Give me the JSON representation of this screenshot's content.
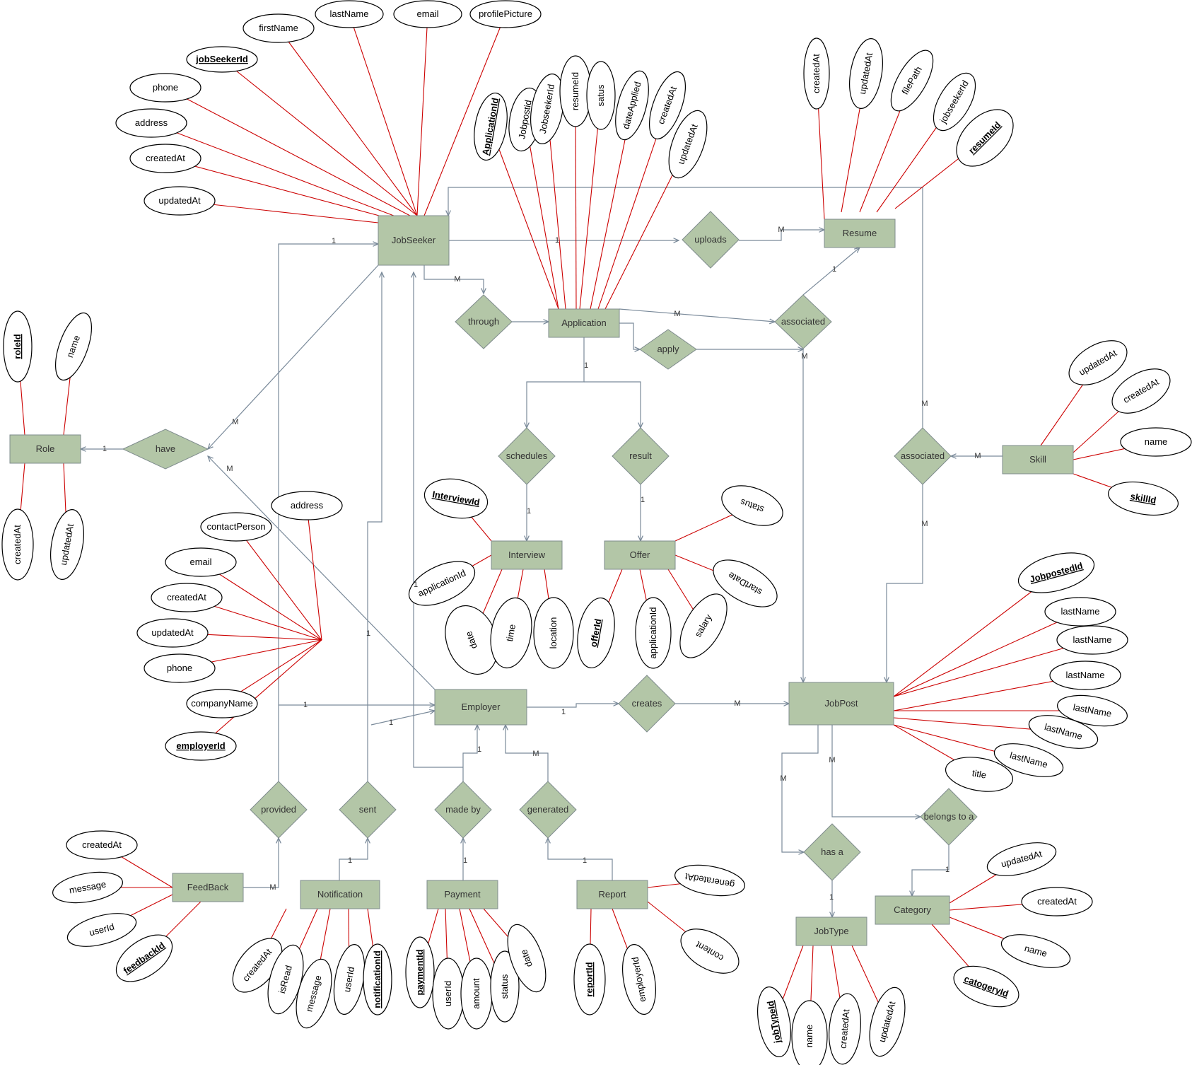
{
  "colors": {
    "entity_fill": "#b3c6a7",
    "relation_fill": "#b3c6a7",
    "attribute_line": "#cc0000",
    "relation_line": "#7a8a9a"
  },
  "entities": {
    "jobseeker": "JobSeeker",
    "resume": "Resume",
    "application": "Application",
    "role": "Role",
    "interview": "Interview",
    "offer": "Offer",
    "skill": "Skill",
    "employer": "Employer",
    "jobpost": "JobPost",
    "feedback": "FeedBack",
    "notification": "Notification",
    "payment": "Payment",
    "report": "Report",
    "jobtype": "JobType",
    "category": "Category"
  },
  "relationships": {
    "uploads": "uploads",
    "through": "through",
    "associated_resume": "associated",
    "apply": "apply",
    "have": "have",
    "schedules": "schedules",
    "result": "result",
    "associated_skill": "associated",
    "creates": "creates",
    "provided": "provided",
    "sent": "sent",
    "made_by": "made by",
    "generated": "generated",
    "has_a": "has a",
    "belongs_to": "belongs to a"
  },
  "attributes": {
    "jobseeker": {
      "jobSeekerId": "jobSeekerId",
      "firstName": "firstName",
      "lastName": "lastName",
      "email": "email",
      "profilePicture": "profilePicture",
      "phone": "phone",
      "address": "address",
      "createdAt": "createdAt",
      "updatedAt": "updatedAt"
    },
    "application": {
      "applicationId": "ApplicationId",
      "jobpostId": "Jobpostid",
      "jobseekerId": "JobseekerId",
      "resumeId": "resumeId",
      "status": "satus",
      "dateApplied": "dateApplied",
      "createdAt": "createdAt",
      "updatedAt": "updatedAt"
    },
    "resume": {
      "createdAt": "createdAt",
      "updatedAt": "updatedAt",
      "filePath": "filePath",
      "jobseekerId": "jobseekerId",
      "resumeId": "resumeId"
    },
    "role": {
      "roleId": "roleId",
      "name": "name",
      "createdAt": "createdAt",
      "updatedAt": "updatedAt"
    },
    "skill": {
      "updatedAt": "updatedAt",
      "createdAt": "createdAt",
      "name": "name",
      "skillId": "skillId"
    },
    "interview": {
      "interviewId": "InterviewId",
      "applicationId": "applicationId",
      "date": "date",
      "time": "time",
      "location": "location"
    },
    "offer": {
      "status": "status",
      "startDate": "startDate",
      "offerId": "offerId",
      "applicationId": "applicationId",
      "salary": "salary"
    },
    "employer": {
      "address": "address",
      "contactPerson": "contactPerson",
      "email": "email",
      "createdAt": "createdAt",
      "updatedAt": "updatedAt",
      "phone": "phone",
      "companyName": "companyName",
      "employerId": "employerId"
    },
    "jobpost": {
      "jobpostedId": "JobpostedId",
      "a1": "lastName",
      "a2": "lastName",
      "a3": "lastName",
      "a4": "lastName",
      "a5": "lastName",
      "a6": "lastName",
      "title": "title"
    },
    "feedback": {
      "createdAt": "createdAt",
      "message": "message",
      "userId": "userId",
      "feedbackId": "feedbackId"
    },
    "notification": {
      "createdAt": "createdAt",
      "isRead": "isRead",
      "message": "message",
      "userId": "userId",
      "notificationId": "notificationId"
    },
    "payment": {
      "paymentId": "paymentId",
      "userId": "userId",
      "amount": "amount",
      "status": "status",
      "date": "date"
    },
    "report": {
      "generatedAt": "generatedAt",
      "content": "content",
      "reportId": "reportId",
      "employerId": "employerId"
    },
    "jobtype": {
      "jobTypeId": "jobTypeId",
      "name": "name",
      "createdAt": "createdAt",
      "updatedAt": "updatedAt"
    },
    "category": {
      "updatedAt": "updatedAt",
      "createdAt": "createdAt",
      "name": "name",
      "categoryId": "catogeryId"
    }
  },
  "cardinality": {
    "one": "1",
    "many": "M"
  }
}
